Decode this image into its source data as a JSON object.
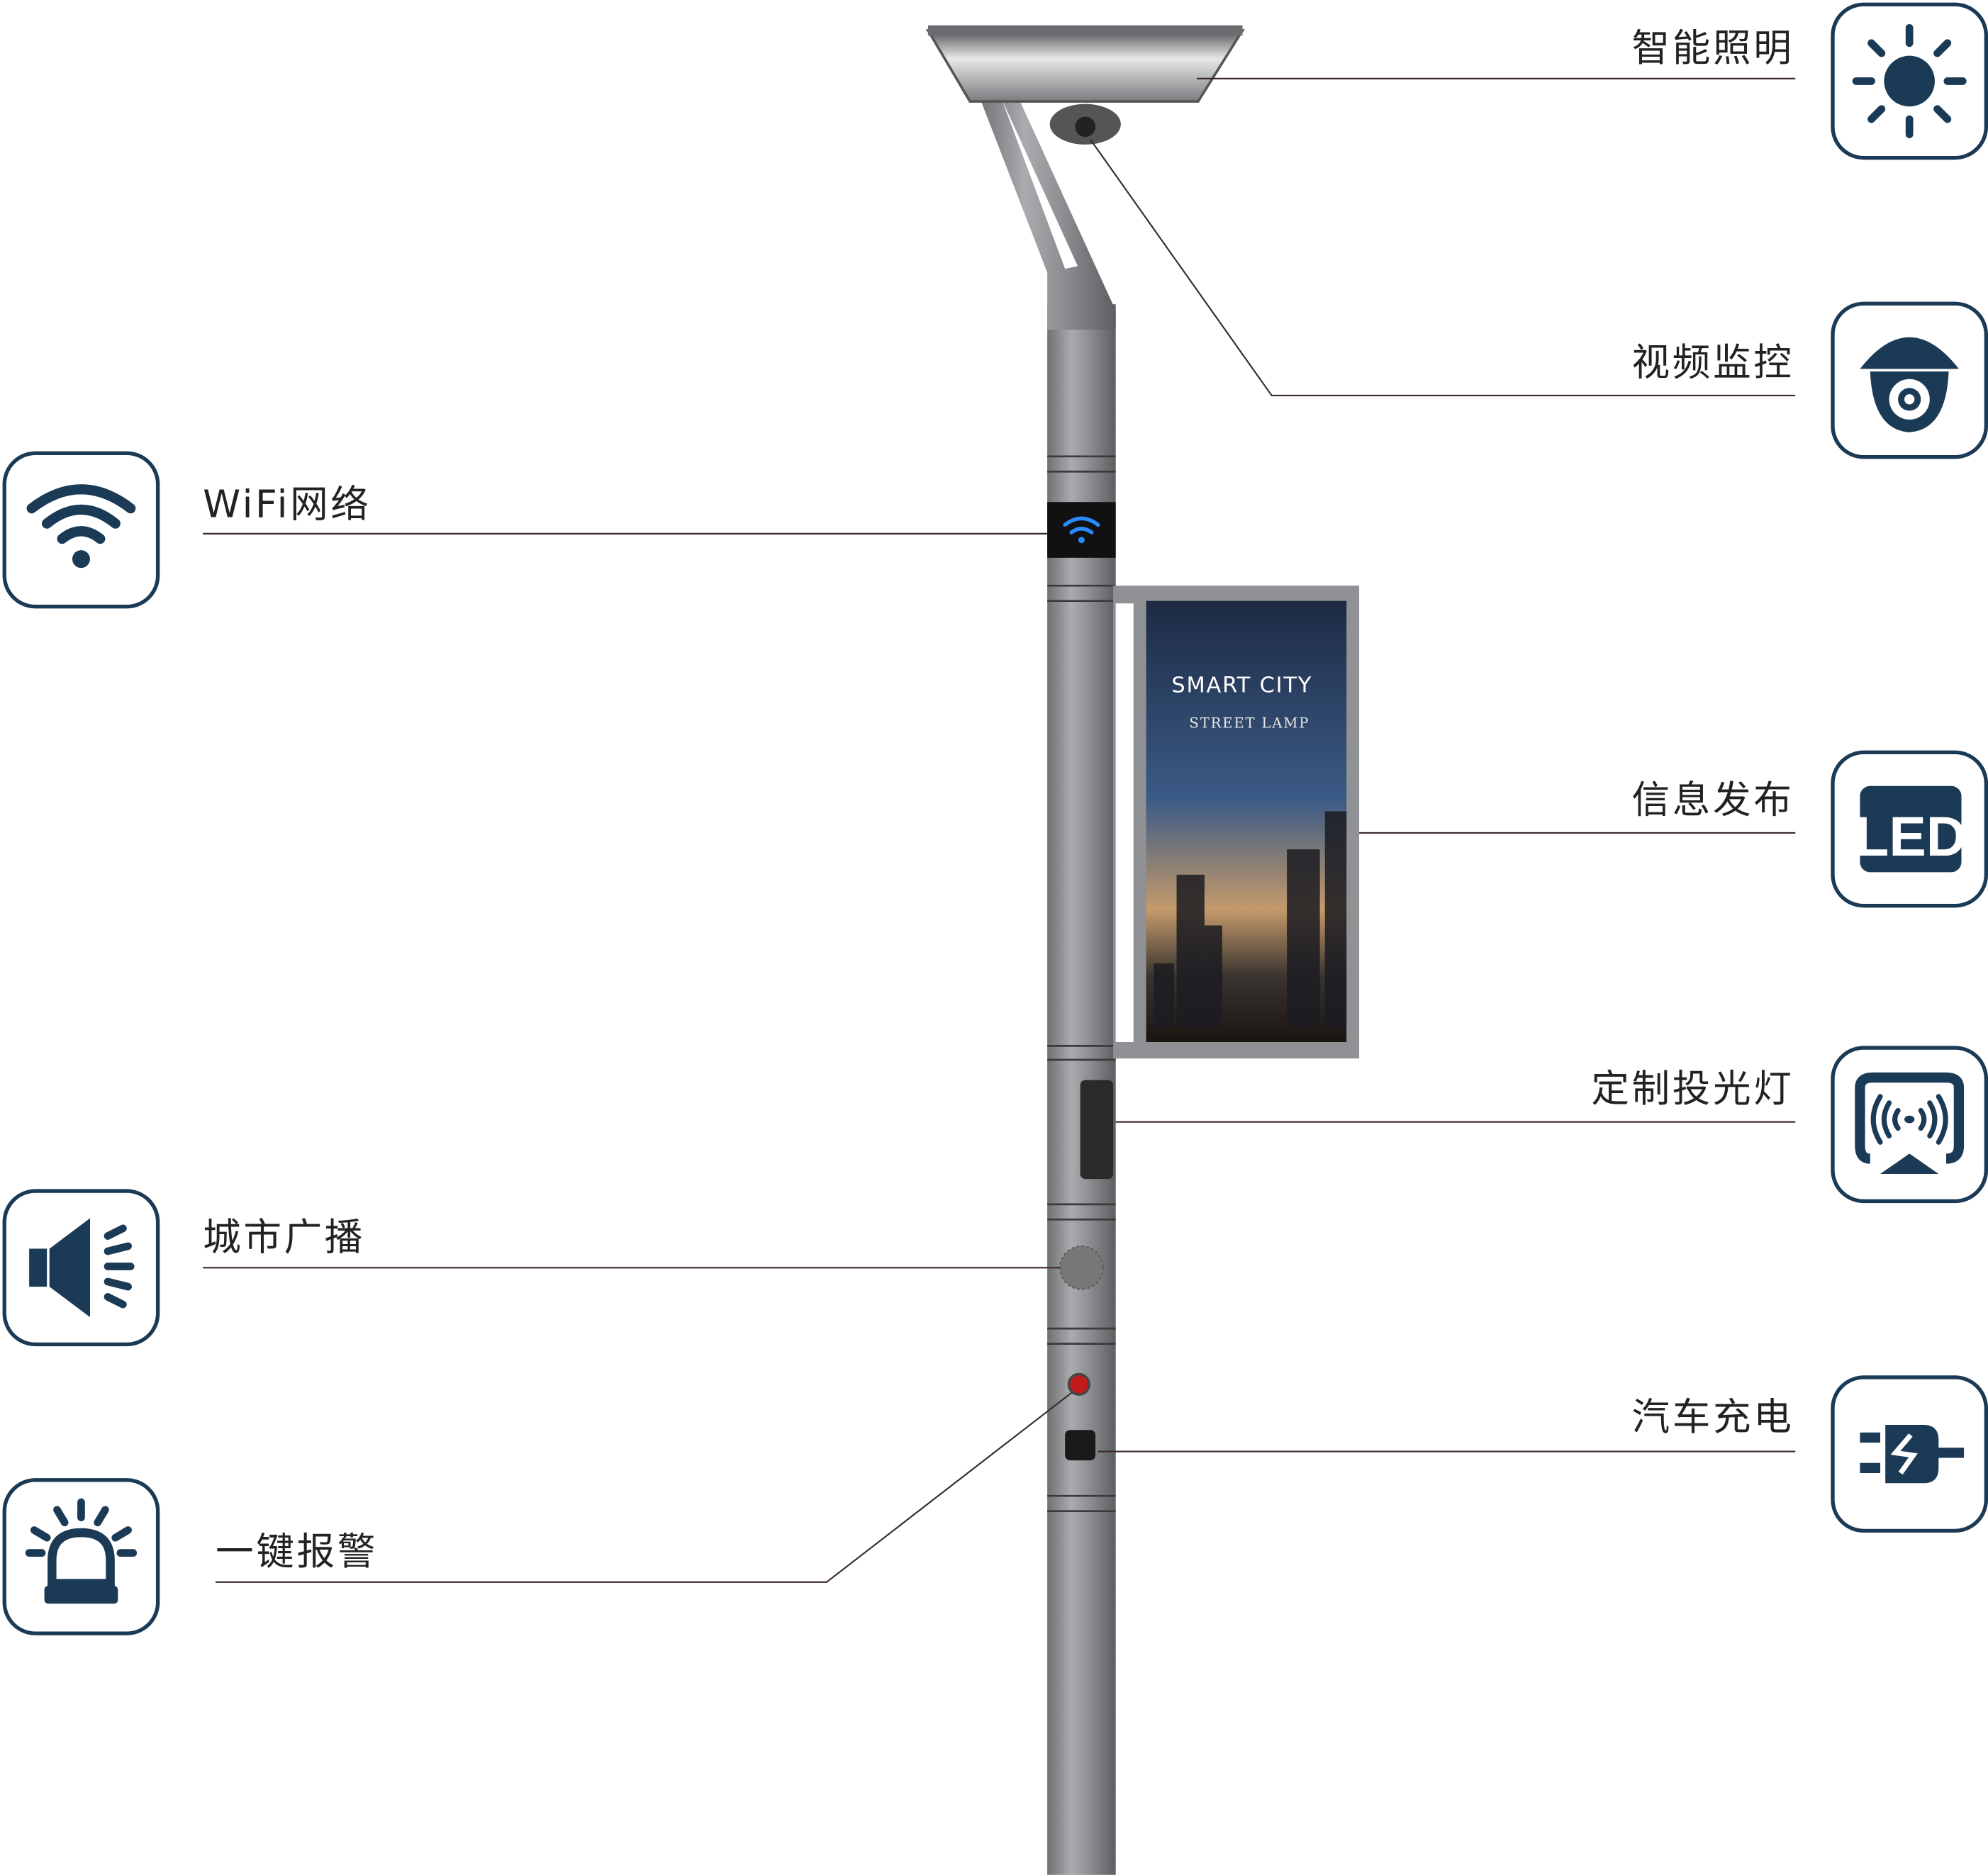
{
  "features": {
    "lighting": {
      "label": "智能照明",
      "icon": "sun-icon"
    },
    "video": {
      "label": "视频监控",
      "icon": "camera-icon"
    },
    "wifi": {
      "label": "WiFi网络",
      "icon": "wifi-icon"
    },
    "info": {
      "label": "信息发布",
      "icon": "led-icon",
      "icon_text": "LED"
    },
    "projector": {
      "label": "定制投光灯",
      "icon": "projector-icon"
    },
    "broadcast": {
      "label": "城市广播",
      "icon": "speaker-icon"
    },
    "charging": {
      "label": "汽车充电",
      "icon": "ev-plug-icon"
    },
    "alarm": {
      "label": "一键报警",
      "icon": "alarm-siren-icon"
    }
  },
  "screen": {
    "title": "SMART CITY",
    "subtitle": "STREET LAMP"
  },
  "colors": {
    "icon": "#1b3a55",
    "pole": "#8a8c8f",
    "leader_line": "#3a2a2a"
  }
}
